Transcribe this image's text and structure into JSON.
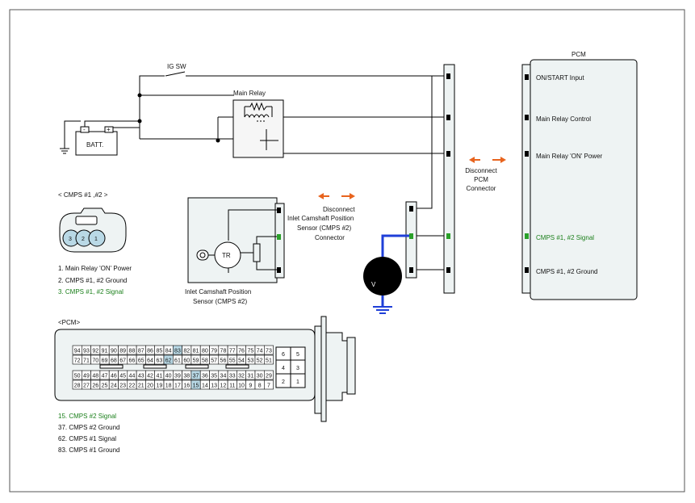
{
  "labels": {
    "ig_sw": "IG SW",
    "main_relay": "Main Relay",
    "batt": "BATT.",
    "batt_minus": "-",
    "batt_plus": "+",
    "pcm_title": "PCM",
    "disconnect_sensor": [
      "Disconnect",
      "Inlet Camshaft Position",
      "Sensor (CMPS #2)",
      "Connector"
    ],
    "disconnect_pcm": [
      "Disconnect",
      "PCM",
      "Connector"
    ],
    "sensor_caption": [
      "Inlet Camshaft Position",
      "Sensor (CMPS #2)"
    ],
    "tr": "TR",
    "volt": "V"
  },
  "pcm_pins": [
    {
      "label": "ON/START Input",
      "highlight": false
    },
    {
      "label": "Main Relay Control",
      "highlight": false
    },
    {
      "label": "Main Relay 'ON' Power",
      "highlight": false
    },
    {
      "label": "CMPS #1, #2 Signal",
      "highlight": true
    },
    {
      "label": "CMPS #1, #2 Ground",
      "highlight": false
    }
  ],
  "cmps_connector": {
    "title": "< CMPS #1       ,#2  >",
    "pins": [
      "3",
      "2",
      "1"
    ],
    "legend": [
      {
        "text": "1.   Main Relay 'ON' Power",
        "highlight": false
      },
      {
        "text": "2. CMPS #1, #2 Ground",
        "highlight": false
      },
      {
        "text": "3. CMPS #1, #2 Signal",
        "highlight": true
      }
    ]
  },
  "pcm_connector": {
    "title": "<PCM>",
    "rows": [
      [
        "94",
        "93",
        "92",
        "91",
        "90",
        "89",
        "88",
        "87",
        "86",
        "85",
        "84",
        "83",
        "82",
        "81",
        "80",
        "79",
        "78",
        "77",
        "76",
        "75",
        "74",
        "73"
      ],
      [
        "72",
        "71",
        "70",
        "69",
        "68",
        "67",
        "66",
        "65",
        "64",
        "63",
        "62",
        "61",
        "60",
        "59",
        "58",
        "57",
        "56",
        "55",
        "54",
        "53",
        "52",
        "51"
      ],
      [
        "50",
        "49",
        "48",
        "47",
        "46",
        "45",
        "44",
        "43",
        "42",
        "41",
        "40",
        "39",
        "38",
        "37",
        "36",
        "35",
        "34",
        "33",
        "32",
        "31",
        "30",
        "29"
      ],
      [
        "28",
        "27",
        "26",
        "25",
        "24",
        "23",
        "22",
        "21",
        "20",
        "19",
        "18",
        "17",
        "16",
        "15",
        "14",
        "13",
        "12",
        "11",
        "10",
        "9",
        "8",
        "7"
      ]
    ],
    "small_grid": [
      [
        "6",
        "5"
      ],
      [
        "4",
        "3"
      ],
      [
        "2",
        "1"
      ]
    ],
    "highlighted_pins": [
      "83",
      "62",
      "37",
      "15"
    ],
    "legend": [
      {
        "text": "15. CMPS #2 Signal",
        "highlight": true
      },
      {
        "text": "37. CMPS #2 Ground",
        "highlight": false
      },
      {
        "text": "62. CMPS #1 Signal",
        "highlight": false
      },
      {
        "text": "83. CMPS #1 Ground",
        "highlight": false
      }
    ]
  },
  "colors": {
    "signal_wire": "#1f3fd8",
    "pin_highlight": "#b9d9e6",
    "green_text": "#1a7f1a",
    "arrow": "#e8641e",
    "panel_fill": "#eef3f3",
    "pin_green": "#2aa02a"
  }
}
